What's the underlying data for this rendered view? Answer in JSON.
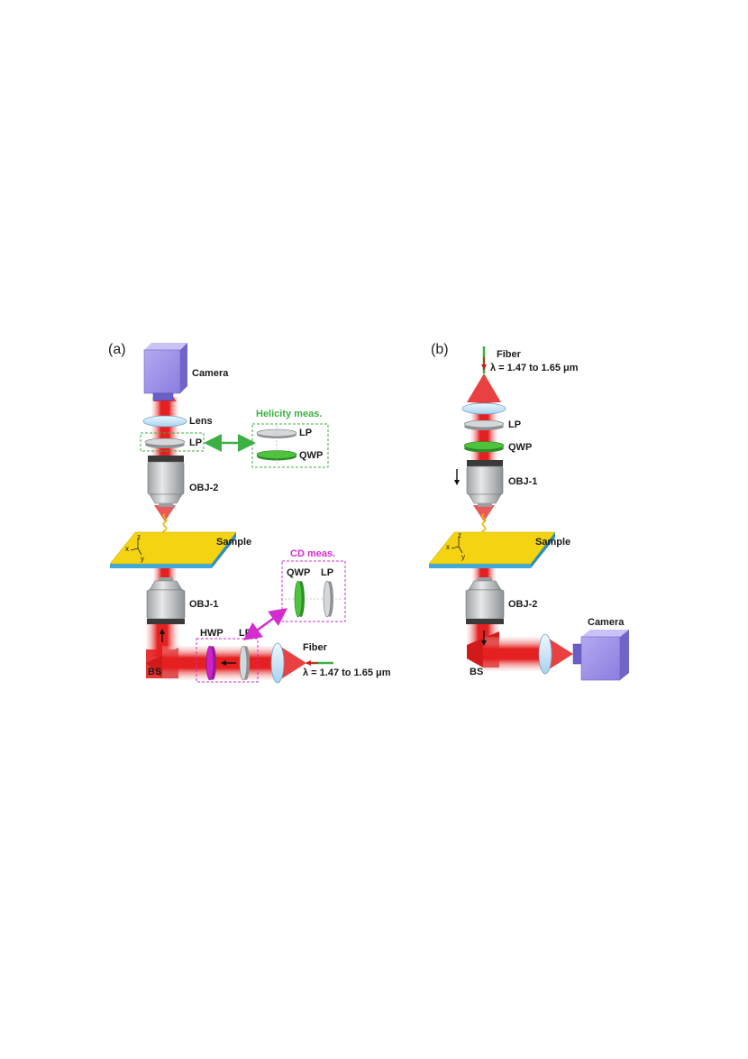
{
  "panel_a": {
    "label": "(a)",
    "camera": "Camera",
    "lens": "Lens",
    "lp": "LP",
    "obj_top": "OBJ-2",
    "sample": "Sample",
    "obj_bottom": "OBJ-1",
    "bs": "BS",
    "hwp": "HWP",
    "lp2": "LP",
    "fiber": "Fiber",
    "wavelength": "λ = 1.47 to 1.65 μm",
    "axis_z": "z",
    "axis_x": "x",
    "axis_y": "y",
    "helicity_box": {
      "title": "Helicity meas.",
      "lp": "LP",
      "qwp": "QWP"
    },
    "cd_box": {
      "title": "CD meas.",
      "qwp": "QWP",
      "lp": "LP"
    }
  },
  "panel_b": {
    "label": "(b)",
    "fiber": "Fiber",
    "wavelength": "λ = 1.47 to 1.65 μm",
    "lp": "LP",
    "qwp": "QWP",
    "obj_top": "OBJ-1",
    "sample": "Sample",
    "obj_bottom": "OBJ-2",
    "camera": "Camera",
    "bs": "BS",
    "axis_z": "z",
    "axis_x": "x",
    "axis_y": "y"
  },
  "colors": {
    "beam": "#e31818",
    "sample_gold": "#f4d312",
    "sample_substrate": "#3fa9dc",
    "camera": "#9b8fe6",
    "helicity_green": "#3cb043",
    "cd_magenta": "#d42ccf",
    "hwp_magenta": "#cc22cc",
    "qwp_green": "#4cc43c",
    "lens_blue": "#cfe8f7",
    "objective_gray": "#c4c7c9"
  }
}
